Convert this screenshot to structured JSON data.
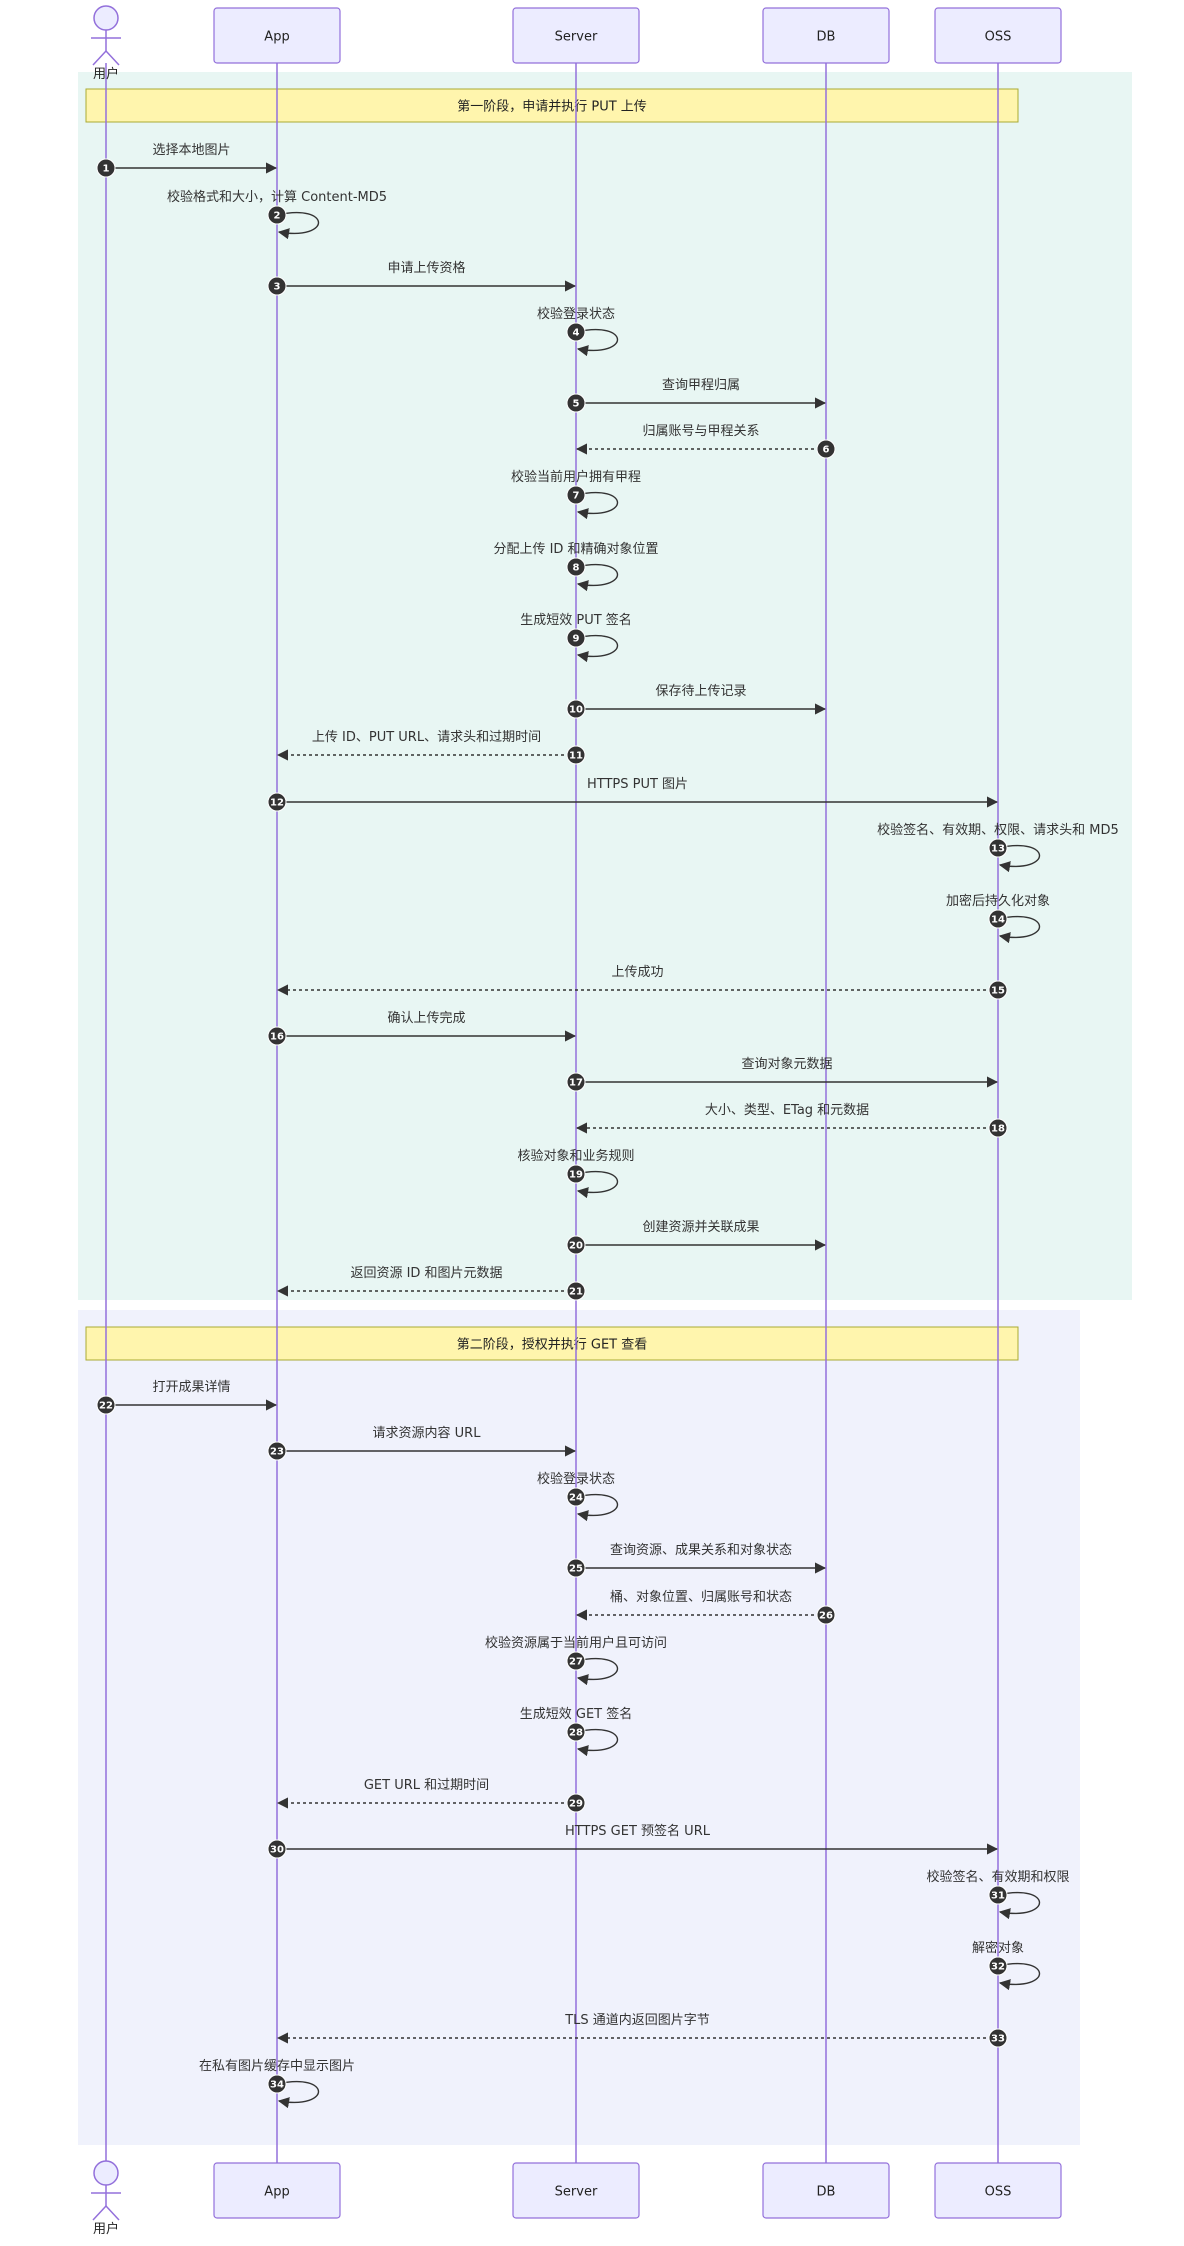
{
  "participants": [
    {
      "id": "user",
      "label": "用户",
      "kind": "actor"
    },
    {
      "id": "app",
      "label": "App",
      "kind": "box"
    },
    {
      "id": "server",
      "label": "Server",
      "kind": "box"
    },
    {
      "id": "db",
      "label": "DB",
      "kind": "box"
    },
    {
      "id": "oss",
      "label": "OSS",
      "kind": "box"
    }
  ],
  "phases": [
    {
      "title": "第一阶段，申请并执行 PUT 上传",
      "first": 1,
      "last": 21,
      "color": "#e8f6f3"
    },
    {
      "title": "第二阶段，授权并执行 GET 查看",
      "first": 22,
      "last": 34,
      "color": "#f0f2fc"
    }
  ],
  "colors": {
    "lifeline": "#9370db",
    "box_fill": "#ececff",
    "box_stroke": "#9370db",
    "note_fill": "#fff5ad",
    "note_stroke": "#aaaa33",
    "marker": "#333333"
  },
  "messages": [
    {
      "n": 1,
      "from": "user",
      "to": "app",
      "text": "选择本地图片",
      "style": "solid"
    },
    {
      "n": 2,
      "from": "app",
      "to": "app",
      "text": "校验格式和大小，计算 Content-MD5",
      "style": "solid"
    },
    {
      "n": 3,
      "from": "app",
      "to": "server",
      "text": "申请上传资格",
      "style": "solid"
    },
    {
      "n": 4,
      "from": "server",
      "to": "server",
      "text": "校验登录状态",
      "style": "solid"
    },
    {
      "n": 5,
      "from": "server",
      "to": "db",
      "text": "查询甲程归属",
      "style": "solid"
    },
    {
      "n": 6,
      "from": "db",
      "to": "server",
      "text": "归属账号与甲程关系",
      "style": "dashed"
    },
    {
      "n": 7,
      "from": "server",
      "to": "server",
      "text": "校验当前用户拥有甲程",
      "style": "solid"
    },
    {
      "n": 8,
      "from": "server",
      "to": "server",
      "text": "分配上传 ID 和精确对象位置",
      "style": "solid"
    },
    {
      "n": 9,
      "from": "server",
      "to": "server",
      "text": "生成短效 PUT 签名",
      "style": "solid"
    },
    {
      "n": 10,
      "from": "server",
      "to": "db",
      "text": "保存待上传记录",
      "style": "solid"
    },
    {
      "n": 11,
      "from": "server",
      "to": "app",
      "text": "上传 ID、PUT URL、请求头和过期时间",
      "style": "dashed"
    },
    {
      "n": 12,
      "from": "app",
      "to": "oss",
      "text": "HTTPS PUT 图片",
      "style": "solid"
    },
    {
      "n": 13,
      "from": "oss",
      "to": "oss",
      "text": "校验签名、有效期、权限、请求头和 MD5",
      "style": "solid"
    },
    {
      "n": 14,
      "from": "oss",
      "to": "oss",
      "text": "加密后持久化对象",
      "style": "solid"
    },
    {
      "n": 15,
      "from": "oss",
      "to": "app",
      "text": "上传成功",
      "style": "dashed"
    },
    {
      "n": 16,
      "from": "app",
      "to": "server",
      "text": "确认上传完成",
      "style": "solid"
    },
    {
      "n": 17,
      "from": "server",
      "to": "oss",
      "text": "查询对象元数据",
      "style": "solid"
    },
    {
      "n": 18,
      "from": "oss",
      "to": "server",
      "text": "大小、类型、ETag 和元数据",
      "style": "dashed"
    },
    {
      "n": 19,
      "from": "server",
      "to": "server",
      "text": "核验对象和业务规则",
      "style": "solid"
    },
    {
      "n": 20,
      "from": "server",
      "to": "db",
      "text": "创建资源并关联成果",
      "style": "solid"
    },
    {
      "n": 21,
      "from": "server",
      "to": "app",
      "text": "返回资源 ID 和图片元数据",
      "style": "dashed"
    },
    {
      "n": 22,
      "from": "user",
      "to": "app",
      "text": "打开成果详情",
      "style": "solid"
    },
    {
      "n": 23,
      "from": "app",
      "to": "server",
      "text": "请求资源内容 URL",
      "style": "solid"
    },
    {
      "n": 24,
      "from": "server",
      "to": "server",
      "text": "校验登录状态",
      "style": "solid"
    },
    {
      "n": 25,
      "from": "server",
      "to": "db",
      "text": "查询资源、成果关系和对象状态",
      "style": "solid"
    },
    {
      "n": 26,
      "from": "db",
      "to": "server",
      "text": "桶、对象位置、归属账号和状态",
      "style": "dashed"
    },
    {
      "n": 27,
      "from": "server",
      "to": "server",
      "text": "校验资源属于当前用户且可访问",
      "style": "solid"
    },
    {
      "n": 28,
      "from": "server",
      "to": "server",
      "text": "生成短效 GET 签名",
      "style": "solid"
    },
    {
      "n": 29,
      "from": "server",
      "to": "app",
      "text": "GET URL 和过期时间",
      "style": "dashed"
    },
    {
      "n": 30,
      "from": "app",
      "to": "oss",
      "text": "HTTPS GET 预签名 URL",
      "style": "solid"
    },
    {
      "n": 31,
      "from": "oss",
      "to": "oss",
      "text": "校验签名、有效期和权限",
      "style": "solid"
    },
    {
      "n": 32,
      "from": "oss",
      "to": "oss",
      "text": "解密对象",
      "style": "solid"
    },
    {
      "n": 33,
      "from": "oss",
      "to": "app",
      "text": "TLS 通道内返回图片字节",
      "style": "dashed"
    },
    {
      "n": 34,
      "from": "app",
      "to": "app",
      "text": "在私有图片缓存中显示图片",
      "style": "solid"
    }
  ]
}
